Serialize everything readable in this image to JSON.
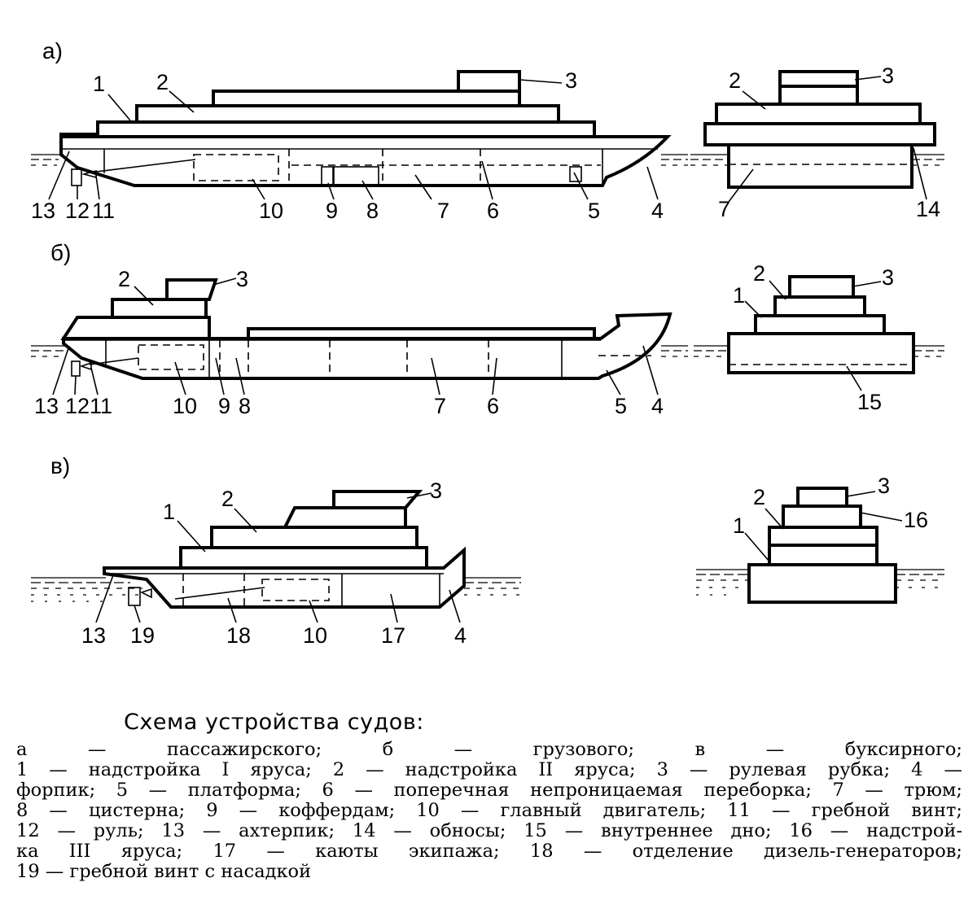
{
  "parts": {
    "a": "а)",
    "b": "б)",
    "v": "в)"
  },
  "numbers": [
    "1",
    "2",
    "3",
    "4",
    "5",
    "6",
    "7",
    "8",
    "9",
    "10",
    "11",
    "12",
    "13",
    "14",
    "15",
    "16",
    "17",
    "18",
    "19"
  ],
  "caption": {
    "title": "Схема устройства судов:",
    "lines": [
      "а — пассажирского; б — грузового; в — буксирного;",
      "1 — надстройка I яруса; 2 — надстройка II яруса; 3 — рулевая рубка; 4 —",
      "форпик; 5 — платформа; 6 — поперечная непроницаемая переборка; 7 — трюм;",
      "8 — цистерна; 9 — коффердам; 10 — главный двигатель; 11 — гребной винт;",
      "12 — руль; 13 — ахтерпик; 14 — обносы; 15 — внутреннее дно; 16 — надстрой-",
      "ка III яруса; 17 — каюты экипажа; 18 — отделение дизель-генераторов;",
      "19 — гребной винт с насадкой"
    ]
  }
}
